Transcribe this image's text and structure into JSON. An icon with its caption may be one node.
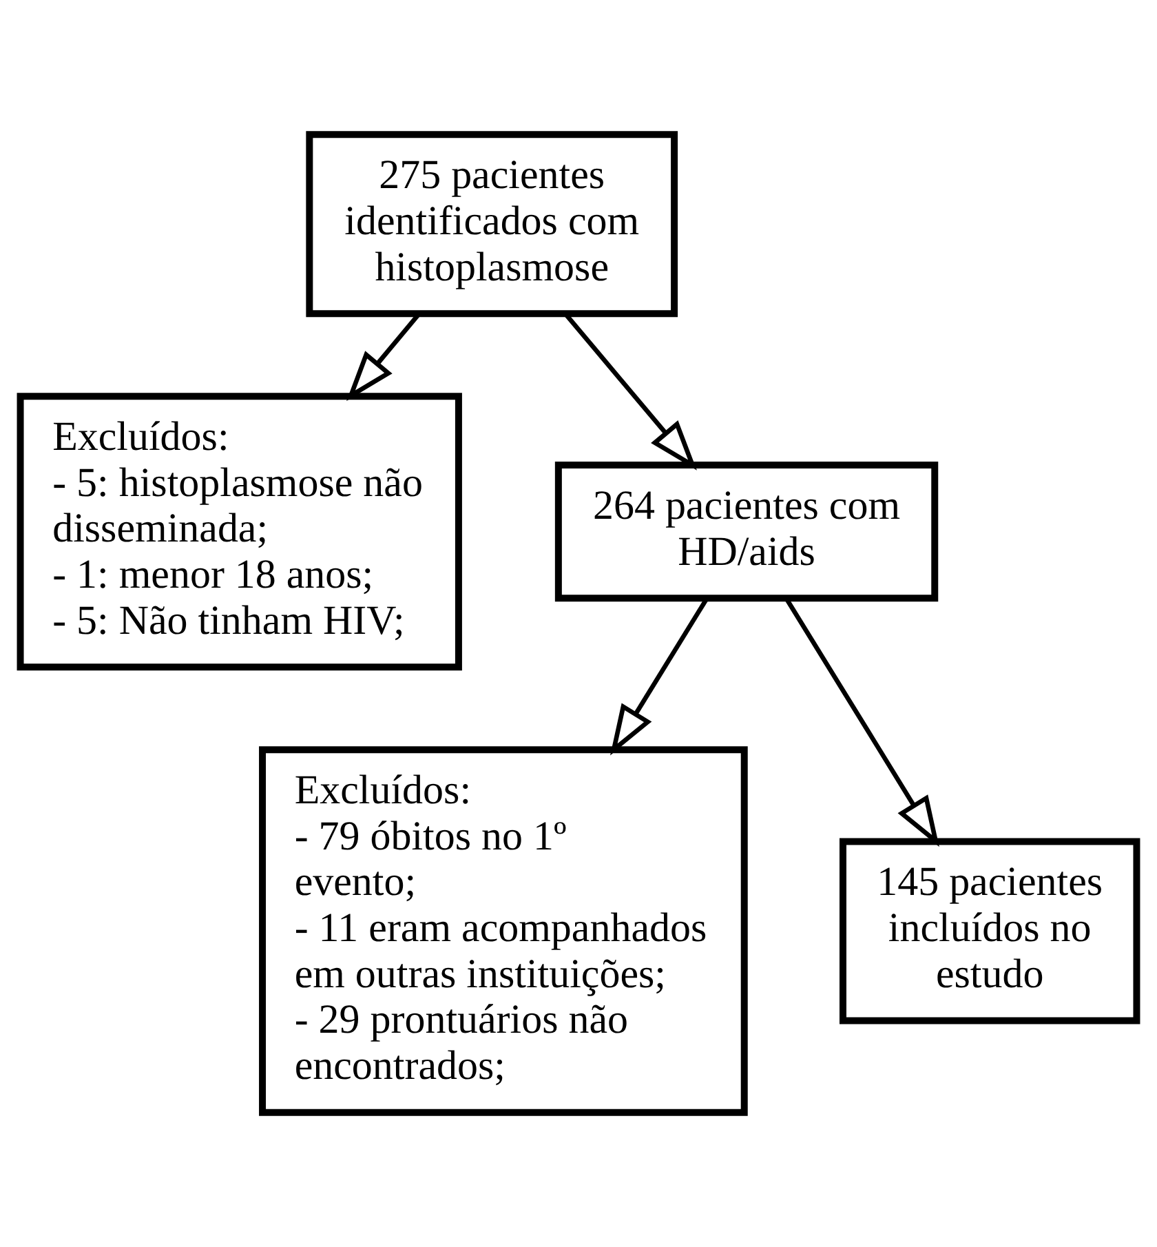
{
  "diagram": {
    "nodes": [
      {
        "text": [
          "275 pacientes identificados com histoplasmose"
        ]
      },
      {
        "text": [
          "Excluídos:",
          "- 5: histoplasmose não disseminada;",
          "- 1: menor 18 anos;",
          "- 5: Não tinham HIV;"
        ]
      },
      {
        "text": [
          "264 pacientes com HD/aids"
        ]
      },
      {
        "text": [
          "Excluídos:",
          "- 79 óbitos no 1º evento;",
          "- 11 eram acompanhados em outras instituições;",
          "- 29 prontuários não encontrados;"
        ]
      },
      {
        "text": [
          "145 pacientes incluídos no estudo"
        ]
      }
    ],
    "edges": [
      {
        "from": 0,
        "to": 2,
        "arrow": "to"
      },
      {
        "from": 0,
        "to": 1,
        "arrow": "to"
      },
      {
        "from": 2,
        "to": 4,
        "arrow": "to"
      },
      {
        "from": 2,
        "to": 3,
        "arrow": "to"
      }
    ]
  }
}
